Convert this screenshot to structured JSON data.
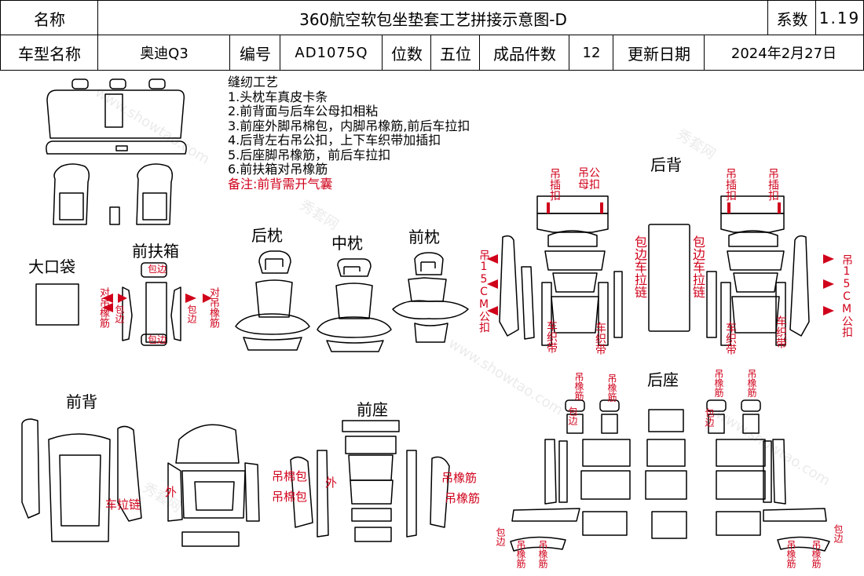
{
  "header": {
    "name_label": "名称",
    "title": "360航空软包坐垫套工艺拼接示意图-D",
    "coef_label": "系数",
    "coef_value": "1.19",
    "model_label": "车型名称",
    "model_value": "奥迪Q3",
    "code_label": "编号",
    "code_value": "AD1075Q",
    "seats_label": "位数",
    "seats_value": "五位",
    "pieces_label": "成品件数",
    "pieces_value": "12",
    "update_label": "更新日期",
    "update_value": "2024年2月27日"
  },
  "notes": {
    "heading": "缝纫工艺",
    "items": [
      "1.头枕车真皮卡条",
      "2.前背面与后车公母扣相粘",
      "3.前座外脚吊棉包，内脚吊橡筋,前后车拉扣",
      "4.后背左右吊公扣，上下车织带加插扣",
      "5.后座脚吊橡筋，前后车拉扣",
      "6.前扶箱对吊橡筋"
    ],
    "remark": "备注:前背需开气囊"
  },
  "sections": {
    "rear_headrest": "后枕",
    "mid_headrest": "中枕",
    "front_headrest": "前枕",
    "big_pocket": "大口袋",
    "front_armrest": "前扶箱",
    "rear_back": "后背",
    "front_back": "前背",
    "front_seat": "前座",
    "rear_seat": "后座"
  },
  "annotations": {
    "hang_buckle": "吊插扣",
    "hang_male_female": "吊公母扣",
    "hang_15cm": "吊15CM公扣",
    "edge_zipper": "包边车拉链",
    "webbing": "车织带",
    "hang_elastic": "吊橡筋",
    "pair_elastic": "对吊橡筋",
    "edge": "包边",
    "zipper": "车拉链",
    "outer": "外",
    "cotton_pack": "吊棉包",
    "elastic": "吊橡筋"
  },
  "watermark": {
    "cn": "秀套网",
    "url": "www.showtao.com"
  }
}
